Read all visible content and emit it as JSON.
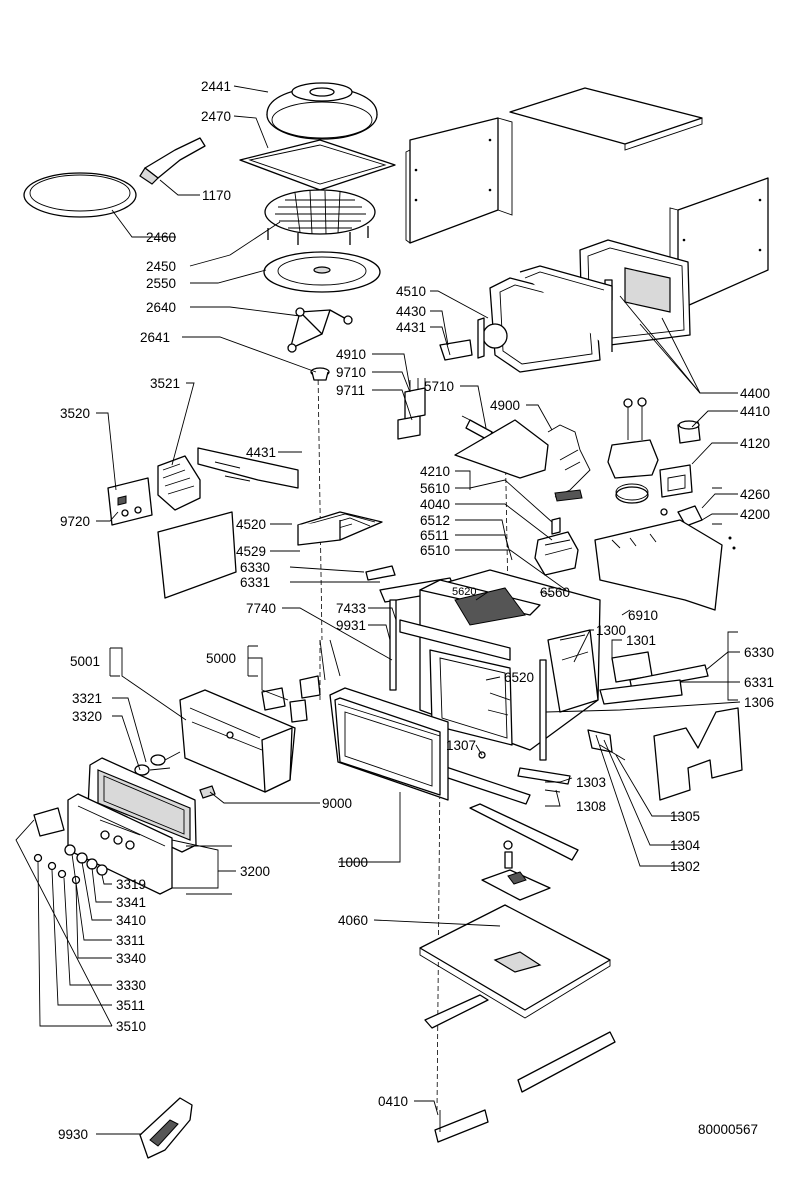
{
  "labels": {
    "l2441": "2441",
    "l2470": "2470",
    "l1170": "1170",
    "l2460": "2460",
    "l2450": "2450",
    "l2550": "2550",
    "l2640": "2640",
    "l2641": "2641",
    "l3521": "3521",
    "l3520": "3520",
    "l9720": "9720",
    "l4431a": "4431",
    "l4510": "4510",
    "l4430": "4430",
    "l4431b": "4431",
    "l4910": "4910",
    "l9710": "9710",
    "l9711": "9711",
    "l5710": "5710",
    "l4900": "4900",
    "l4400": "4400",
    "l4410": "4410",
    "l4120": "4120",
    "l4210": "4210",
    "l5610": "5610",
    "l4040": "4040",
    "l6512": "6512",
    "l6511": "6511",
    "l6510": "6510",
    "l4260": "4260",
    "l4200": "4200",
    "l4520": "4520",
    "l4529": "4529",
    "l6330a": "6330",
    "l6331a": "6331",
    "l6560": "6560",
    "l5620": "5620",
    "l6910": "6910",
    "l7740": "7740",
    "l7433": "7433",
    "l9931": "9931",
    "l1300": "1300",
    "l1301": "1301",
    "l6330b": "6330",
    "l6331b": "6331",
    "l5001": "5001",
    "l5000": "5000",
    "l6520": "6520",
    "l1306": "1306",
    "l3321": "3321",
    "l3320": "3320",
    "l1307": "1307",
    "l1303": "1303",
    "l9000": "9000",
    "l1308": "1308",
    "l1305": "1305",
    "l1304": "1304",
    "l1302": "1302",
    "l3200": "3200",
    "l1000": "1000",
    "l3319": "3319",
    "l3341": "3341",
    "l3410": "3410",
    "l3311": "3311",
    "l3340": "3340",
    "l3330": "3330",
    "l3511": "3511",
    "l3510": "3510",
    "l4060": "4060",
    "l0410": "0410",
    "l9930": "9930",
    "drawing_number": "80000567"
  }
}
